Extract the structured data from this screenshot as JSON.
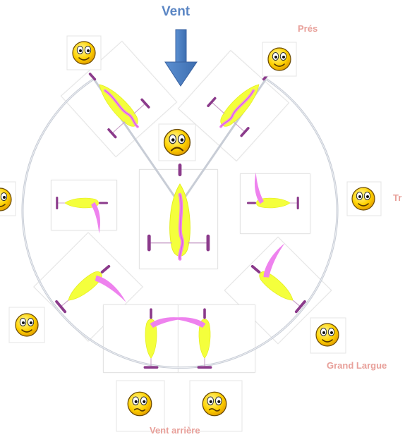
{
  "labels": {
    "wind": "Vent",
    "close_hauled": "Prés",
    "beam_reach_partial": "Tr",
    "broad_reach": "Grand Largue",
    "running": "Vent arrière"
  },
  "colors": {
    "wind_label": "#5b86c4",
    "arrow": "#4f81bd",
    "point_label": "#e8a09a",
    "hull": "#f4ff3c",
    "sail": "#ee82ee",
    "sail_center": "#dd66dd",
    "rudder": "#8b3a8b",
    "circle": "#c8cdd6",
    "face_fill": "#ffd200"
  },
  "smileys": [
    {
      "id": "top-left",
      "mood": "happy"
    },
    {
      "id": "top-right",
      "mood": "happy"
    },
    {
      "id": "center-top",
      "mood": "sad"
    },
    {
      "id": "left-edge",
      "mood": "happy"
    },
    {
      "id": "right",
      "mood": "happy"
    },
    {
      "id": "lower-left",
      "mood": "happy"
    },
    {
      "id": "lower-right",
      "mood": "happy"
    },
    {
      "id": "bottom-left",
      "mood": "worried"
    },
    {
      "id": "bottom-right",
      "mood": "worried"
    }
  ],
  "boats": [
    {
      "id": "center",
      "heading": "head-to-wind"
    },
    {
      "id": "upper-left",
      "heading": "close-hauled-port"
    },
    {
      "id": "upper-right",
      "heading": "close-hauled-starboard"
    },
    {
      "id": "mid-left",
      "heading": "beam-reach-port"
    },
    {
      "id": "mid-right",
      "heading": "beam-reach-starboard"
    },
    {
      "id": "lower-left",
      "heading": "broad-reach-port"
    },
    {
      "id": "lower-right",
      "heading": "broad-reach-starboard"
    },
    {
      "id": "bottom-left",
      "heading": "running-port"
    },
    {
      "id": "bottom-right",
      "heading": "running-starboard"
    }
  ]
}
